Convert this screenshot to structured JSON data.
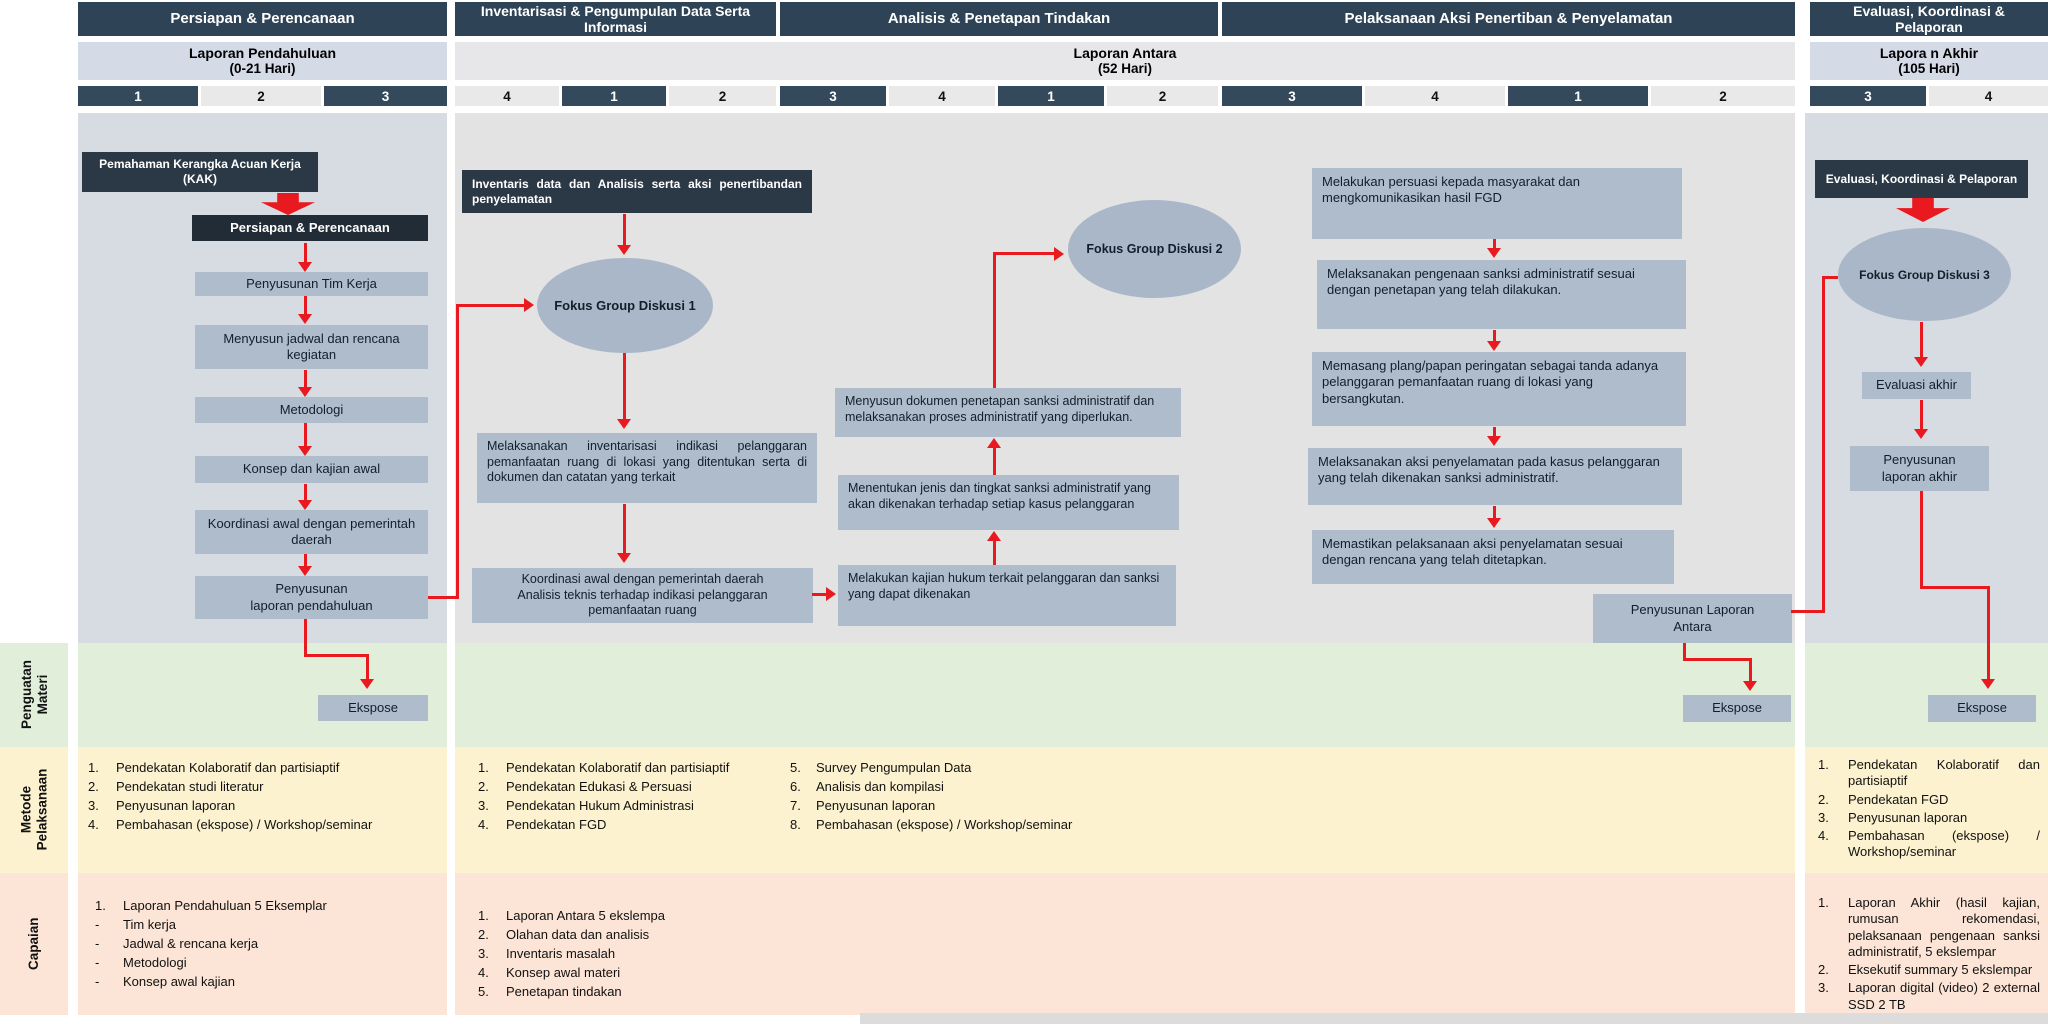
{
  "phases": [
    "Persiapan & Perencanaan",
    "Inventarisasi & Pengumpulan Data Serta Informasi",
    "Analisis & Penetapan Tindakan",
    "Pelaksanaan Aksi Penertiban & Penyelamatan",
    "Evaluasi, Koordinasi & Pelaporan"
  ],
  "reports": [
    {
      "title": "Laporan Pendahuluan",
      "duration": "(0-21 Hari)"
    },
    {
      "title": "Laporan Antara",
      "duration": "(52 Hari)"
    },
    {
      "title": "Lapora n Akhir",
      "duration": "(105 Hari)"
    }
  ],
  "weeks": [
    "1",
    "2",
    "3",
    "4",
    "1",
    "2",
    "3",
    "4",
    "1",
    "2",
    "3",
    "4",
    "1",
    "2",
    "3",
    "4"
  ],
  "band_labels": [
    "Penguatan Materi",
    "Metode Pelaksanaan",
    "Capaian"
  ],
  "flow": {
    "col1": {
      "kak": "Pemahaman Kerangka Acuan Kerja (KAK)",
      "phase": "Persiapan & Perencanaan",
      "steps": [
        "Penyusunan Tim Kerja",
        "Menyusun jadwal dan rencana kegiatan",
        "Metodologi",
        "Konsep dan kajian awal",
        "Koordinasi awal dengan pemerintah daerah",
        "Penyusunan\nlaporan pendahuluan"
      ],
      "ekspose": "Ekspose"
    },
    "col2": {
      "header": "Inventaris data dan Analisis serta aksi penertibandan penyelamatan",
      "fgd": "Fokus Group Diskusi 1",
      "steps": [
        "Melaksanakan inventarisasi indikasi pelanggaran pemanfaatan ruang di lokasi yang ditentukan serta di dokumen dan catatan yang terkait",
        "Koordinasi awal dengan pemerintah daerah\nAnalisis teknis terhadap indikasi pelanggaran pemanfaatan ruang"
      ]
    },
    "col3": {
      "fgd": "Fokus Group Diskusi 2",
      "steps": [
        "Menyusun dokumen penetapan sanksi administratif dan melaksanakan proses administratif yang diperlukan.",
        "Menentukan jenis dan tingkat sanksi administratif yang akan dikenakan terhadap setiap kasus pelanggaran",
        "Melakukan kajian hukum terkait pelanggaran dan sanksi yang dapat dikenakan"
      ]
    },
    "col4": {
      "steps": [
        "Melakukan persuasi kepada masyarakat dan mengkomunikasikan hasil FGD",
        "Melaksanakan pengenaan sanksi administratif sesuai dengan penetapan yang telah dilakukan.",
        "Memasang plang/papan peringatan sebagai tanda adanya pelanggaran pemanfaatan ruang di lokasi yang bersangkutan.",
        "Melaksanakan aksi penyelamatan pada kasus pelanggaran yang telah dikenakan sanksi administratif.",
        "Memastikan pelaksanaan aksi penyelamatan sesuai dengan rencana yang telah ditetapkan."
      ],
      "laporan_antara": "Penyusunan Laporan Antara",
      "ekspose": "Ekspose"
    },
    "col5": {
      "header": "Evaluasi, Koordinasi & Pelaporan",
      "fgd": "Fokus Group Diskusi 3",
      "steps": [
        "Evaluasi akhir",
        "Penyusunan laporan akhir"
      ],
      "ekspose": "Ekspose"
    }
  },
  "metode": {
    "col1": [
      {
        "n": "1.",
        "t": "Pendekatan Kolaboratif dan partisiaptif"
      },
      {
        "n": "2.",
        "t": "Pendekatan studi literatur"
      },
      {
        "n": "3.",
        "t": "Penyusunan laporan"
      },
      {
        "n": "4.",
        "t": "Pembahasan (ekspose) / Workshop/seminar"
      }
    ],
    "mid_left": [
      {
        "n": "1.",
        "t": "Pendekatan Kolaboratif dan partisiaptif"
      },
      {
        "n": "2.",
        "t": "Pendekatan Edukasi & Persuasi"
      },
      {
        "n": "3.",
        "t": "Pendekatan Hukum Administrasi"
      },
      {
        "n": "4.",
        "t": "Pendekatan FGD"
      }
    ],
    "mid_right": [
      {
        "n": "5.",
        "t": "Survey Pengumpulan Data"
      },
      {
        "n": "6.",
        "t": "Analisis dan kompilasi"
      },
      {
        "n": "7.",
        "t": "Penyusunan laporan"
      },
      {
        "n": "8.",
        "t": "Pembahasan (ekspose) / Workshop/seminar"
      }
    ],
    "col5": [
      {
        "n": "1.",
        "t": "Pendekatan Kolaboratif dan partisiaptif"
      },
      {
        "n": "2.",
        "t": "Pendekatan FGD"
      },
      {
        "n": "3.",
        "t": "Penyusunan laporan"
      },
      {
        "n": "4.",
        "t": "Pembahasan (ekspose) / Workshop/seminar"
      }
    ]
  },
  "capaian": {
    "col1": [
      {
        "n": "1.",
        "t": "Laporan Pendahuluan 5 Eksemplar"
      },
      {
        "n": "-",
        "t": "Tim kerja"
      },
      {
        "n": "-",
        "t": "Jadwal & rencana kerja"
      },
      {
        "n": "-",
        "t": "Metodologi"
      },
      {
        "n": "-",
        "t": "Konsep awal kajian"
      }
    ],
    "mid": [
      {
        "n": "1.",
        "t": "Laporan Antara 5 ekslempa"
      },
      {
        "n": "2.",
        "t": "Olahan data dan analisis"
      },
      {
        "n": "3.",
        "t": "Inventaris masalah"
      },
      {
        "n": "4.",
        "t": "Konsep awal materi"
      },
      {
        "n": "5.",
        "t": "Penetapan tindakan"
      }
    ],
    "col5": [
      {
        "n": "1.",
        "t": "Laporan Akhir (hasil kajian, rumusan rekomendasi, pelaksanaan pengenaan sanksi administratif, 5 ekslempar"
      },
      {
        "n": "2.",
        "t": "Eksekutif summary 5 ekslempar"
      },
      {
        "n": "3.",
        "t": "Laporan digital (video) 2 external SSD 2 TB"
      }
    ]
  },
  "colors": {
    "navy": "#2e4356",
    "red": "#e8191f",
    "box_gray_blue": "#aebccc",
    "green_band": "#e0eeda",
    "yellow_band": "#fdf2cf",
    "peach_band": "#fce5d6"
  }
}
